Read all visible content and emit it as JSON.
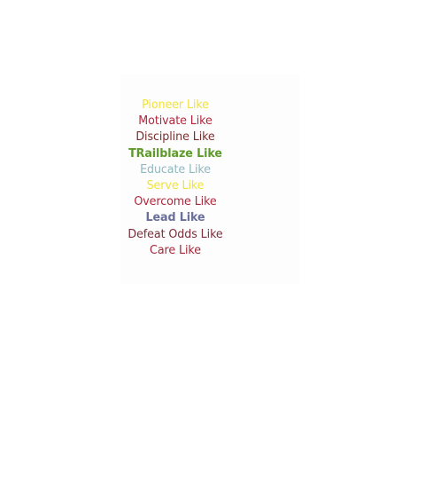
{
  "phrases": [
    {
      "text": "Pioneer Like",
      "color": "#f2e23a",
      "bold": false
    },
    {
      "text": "Motivate Like",
      "color": "#b2263b",
      "bold": false
    },
    {
      "text": "Discipline Like",
      "color": "#7a2e2e",
      "bold": false
    },
    {
      "text": "TRailblaze Like",
      "color": "#5d9a2a",
      "bold": true
    },
    {
      "text": "Educate Like",
      "color": "#8fb8c0",
      "bold": false
    },
    {
      "text": "Serve Like",
      "color": "#f2e23a",
      "bold": false
    },
    {
      "text": "Overcome Like",
      "color": "#b2263b",
      "bold": false
    },
    {
      "text": "Lead Like",
      "color": "#6a6f9a",
      "bold": true
    },
    {
      "text": "Defeat Odds Like",
      "color": "#7a2e3a",
      "bold": false
    },
    {
      "text": "Care Like",
      "color": "#a0283a",
      "bold": false
    }
  ]
}
